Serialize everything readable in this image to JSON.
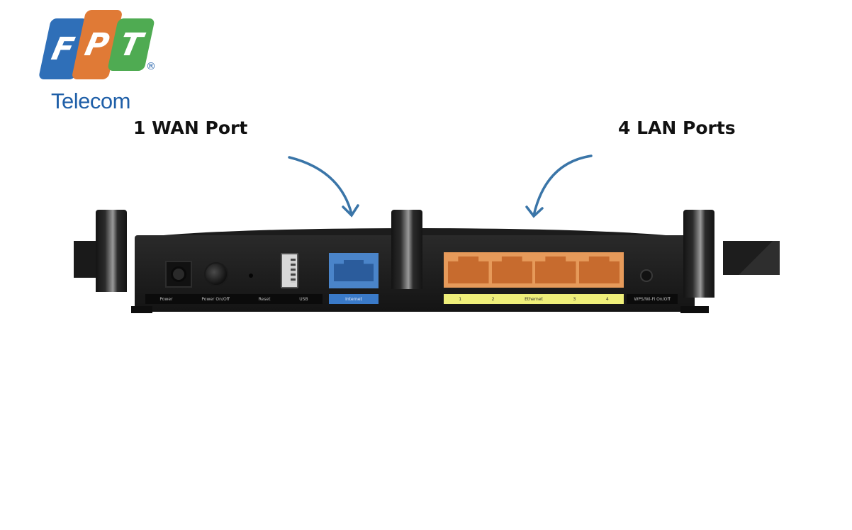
{
  "logo": {
    "letters": [
      "F",
      "P",
      "T"
    ],
    "registered": "®",
    "subtitle": "Telecom",
    "colors": {
      "f": "#2f6fb8",
      "p": "#e07a36",
      "t": "#4fab52",
      "text": "#1f5fa8"
    }
  },
  "callouts": {
    "wan": "1 WAN Port",
    "lan": "4 LAN Ports",
    "arrow_color": "#3a75a8"
  },
  "router": {
    "labels": {
      "power": "Power",
      "power_onoff": "Power On/Off",
      "reset": "Reset",
      "usb": "USB",
      "internet": "Internet",
      "lan1": "1",
      "lan2": "2",
      "ethernet": "Ethernet",
      "lan3": "3",
      "lan4": "4",
      "wps": "WPS/Wi-Fi On/Off"
    },
    "colors": {
      "wan_port": "#4a84c9",
      "lan_ports": "#e69a5a",
      "lan_strip": "#efef7a",
      "body": "#1c1c1c"
    }
  }
}
